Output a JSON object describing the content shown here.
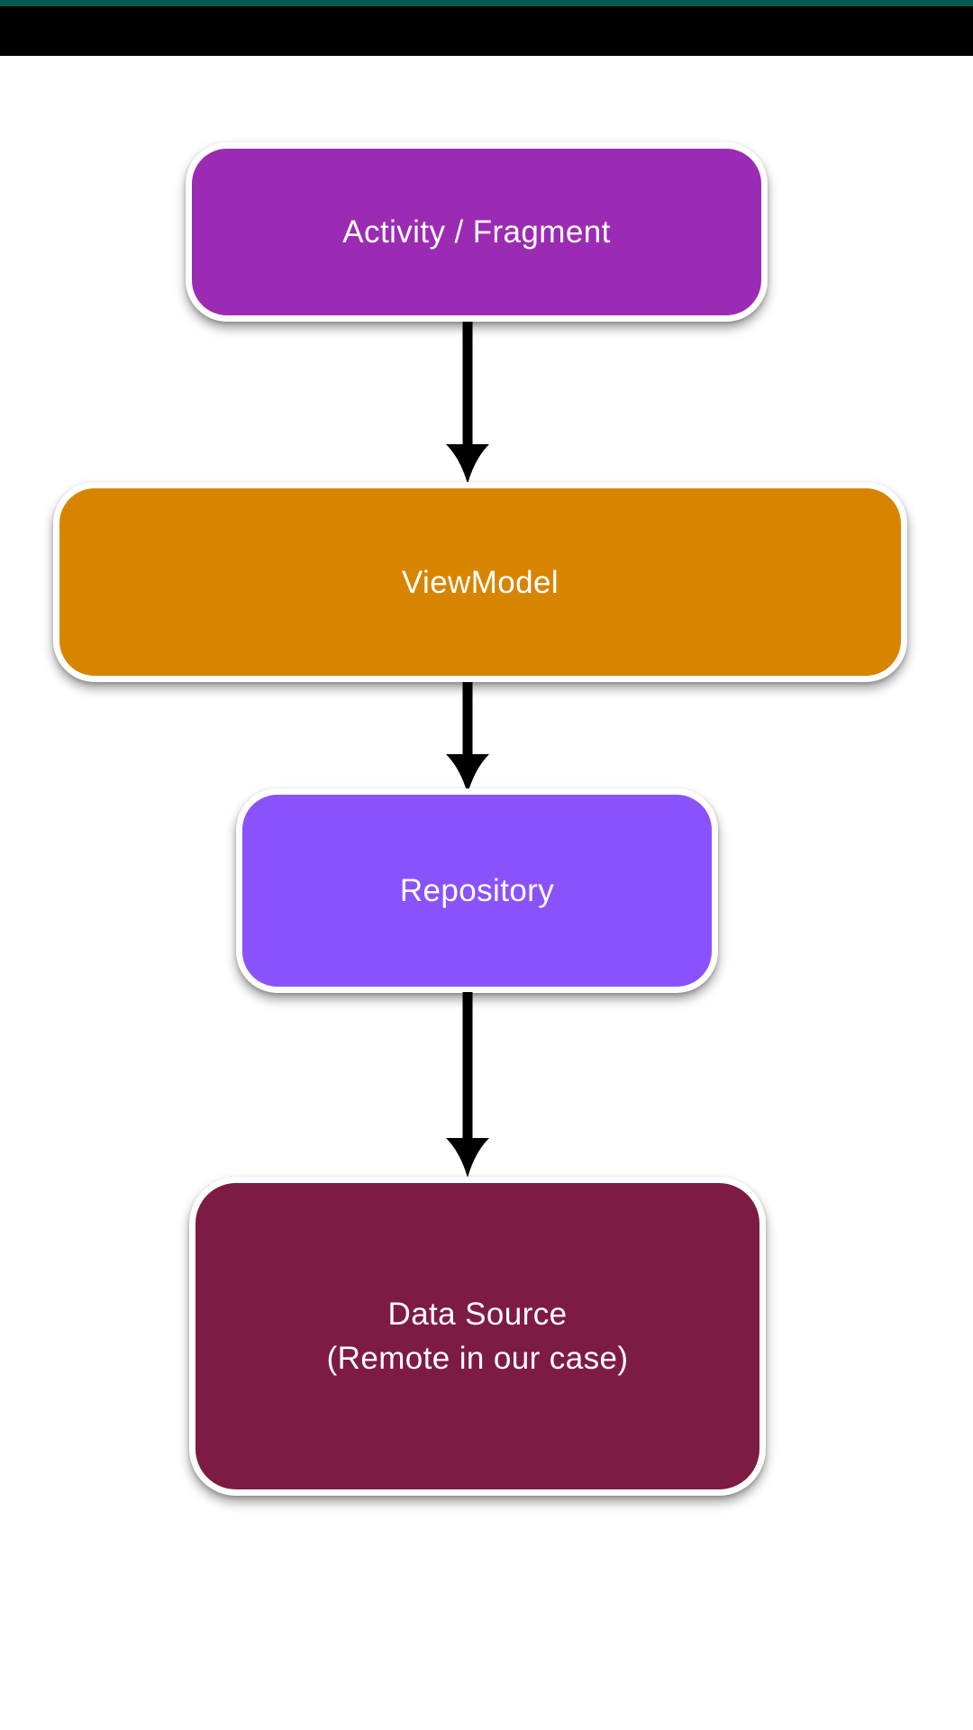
{
  "window": {
    "top_strip_color": "#05594F",
    "header_bar_color": "#000000",
    "background_color": "#FFFFFF"
  },
  "diagram": {
    "direction": "top-down",
    "arrow_color": "#000000",
    "node_text_color": "#FFFFFF",
    "node_border_color": "#FFFFFF",
    "nodes": [
      {
        "id": "activity-fragment",
        "label": "Activity / Fragment",
        "fill": "#9C2BB3"
      },
      {
        "id": "viewmodel",
        "label": "ViewModel",
        "fill": "#D78500"
      },
      {
        "id": "repository",
        "label": "Repository",
        "fill": "#8A52FA"
      },
      {
        "id": "data-source",
        "label": "Data Source",
        "sublabel": "(Remote in our case)",
        "fill": "#7D1B45"
      }
    ],
    "edges": [
      {
        "from": "activity-fragment",
        "to": "viewmodel"
      },
      {
        "from": "viewmodel",
        "to": "repository"
      },
      {
        "from": "repository",
        "to": "data-source"
      }
    ]
  }
}
